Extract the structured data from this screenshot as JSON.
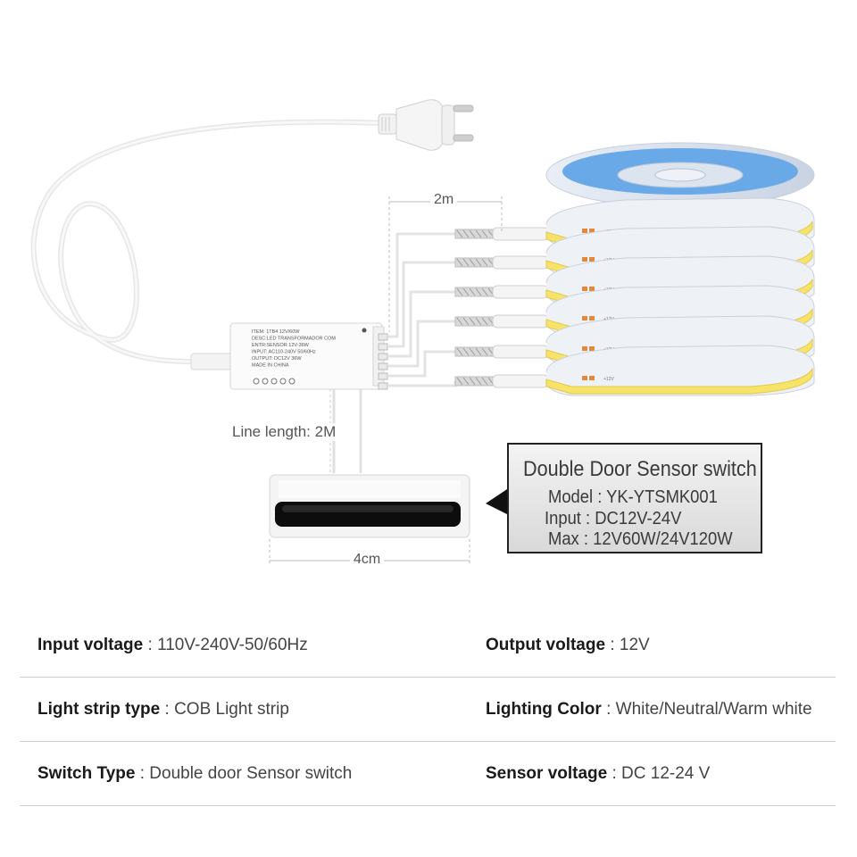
{
  "dimensions": {
    "cable_length": "2m",
    "line_length": "Line length: 2M",
    "sensor_width": "4cm"
  },
  "driver_label_lines": [
    "ITEM: 1TB4 12V/60W",
    "DESC:LED TRANSFORMADOR COM",
    "ENTR:SENSOR 12V-36W",
    "INPUT: AC110-240V 50/60Hz",
    "OUTPUT: DC12V 36W",
    "MADE IN CHINA"
  ],
  "strip_markings": [
    "+12V",
    "+12V",
    "+12V",
    "+12V",
    "+12V",
    "+12V"
  ],
  "popup": {
    "title": "Double Door Sensor switch",
    "model": "Model : YK-YTSMK001",
    "input": "Input : DC12V-24V",
    "max": "Max : 12V60W/24V120W"
  },
  "specs": [
    {
      "left_key": "Input voltage",
      "left_val": " : 110V-240V-50/60Hz",
      "right_key": "Output voltage",
      "right_val": " : 12V"
    },
    {
      "left_key": "Light strip type",
      "left_val": " : COB Light strip",
      "right_key": "Lighting Color",
      "right_val": " : White/Neutral/Warm white"
    },
    {
      "left_key": "Switch Type",
      "left_val": " : Double door Sensor switch",
      "right_key": "Sensor voltage",
      "right_val": " : DC 12-24 V"
    }
  ],
  "colors": {
    "strip_yellow": "#f7e36a",
    "reel_blue": "#6aa9e8",
    "cable_white": "#f4f4f4"
  }
}
